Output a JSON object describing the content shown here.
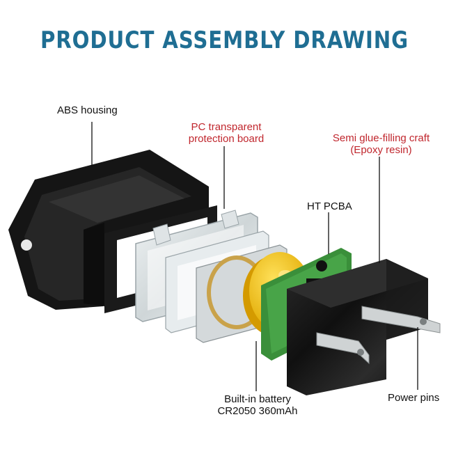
{
  "title": "PRODUCT ASSEMBLY DRAWING",
  "labels": {
    "abs_housing": "ABS housing",
    "pc_board": [
      "PC transparent",
      "protection board"
    ],
    "semi_glue": [
      "Semi glue-filling craft",
      "(Epoxy resin)"
    ],
    "ht_pcba": "HT PCBA",
    "battery": [
      "Built-in battery",
      "CR2050 360mAh"
    ],
    "power_pins": "Power pins"
  },
  "colors": {
    "title": "#1f6e93",
    "callout_red": "#c0262d",
    "housing": "#151515",
    "pcb_green": "#3a8f3a",
    "battery_yellow": "#f2c21b",
    "epoxy_black": "#1c1c1c"
  }
}
